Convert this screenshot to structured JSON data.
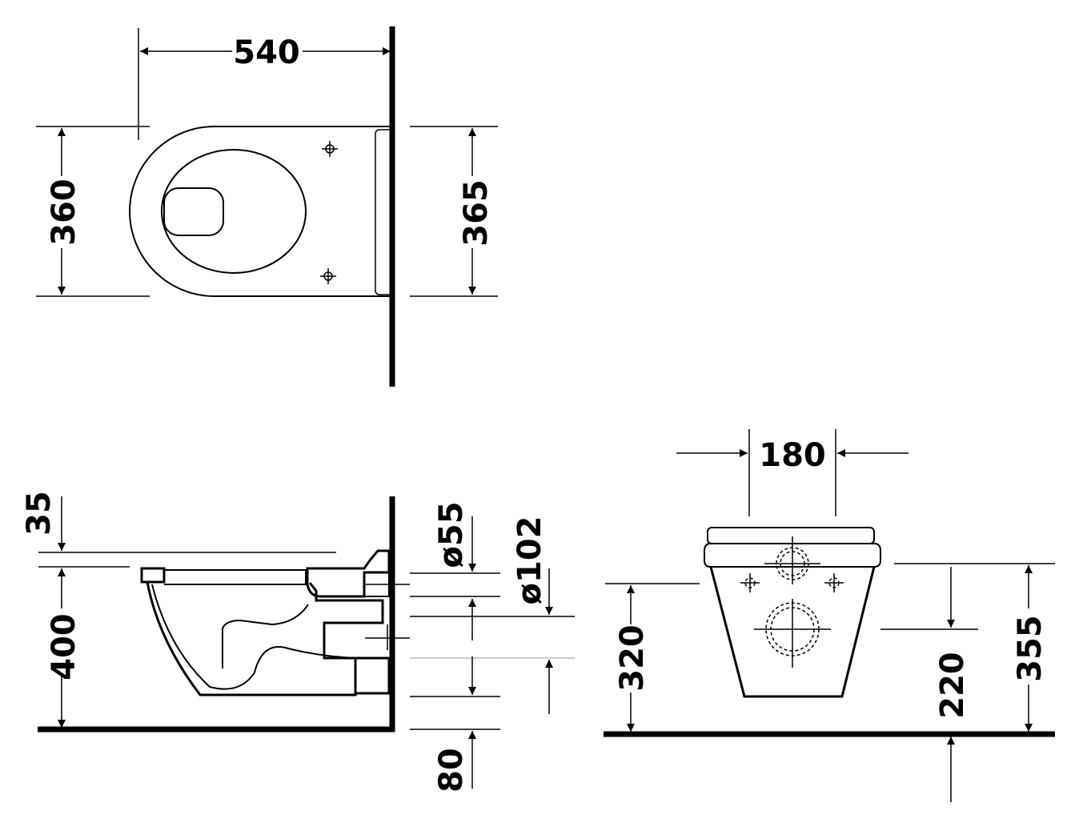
{
  "top_view": {
    "width_label": "540",
    "left_depth_label": "360",
    "right_depth_label": "365"
  },
  "side_view": {
    "seat_gap_label": "35",
    "rim_height_label": "400",
    "inlet_label": "ø55",
    "outlet_label": "ø102",
    "floor_offset_label": "80"
  },
  "front_view": {
    "width_label": "180",
    "height_left_label": "320",
    "outlet_height_label": "220",
    "height_right_label": "355"
  }
}
